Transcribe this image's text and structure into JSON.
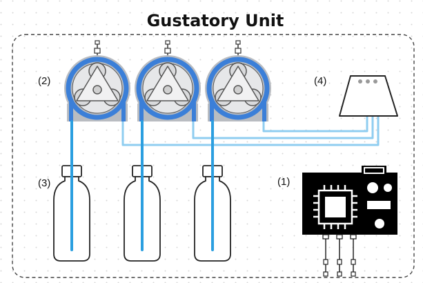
{
  "title": "Gustatory Unit",
  "labels": {
    "microcontroller": "(1)",
    "pumps": "(2)",
    "bottles": "(3)",
    "mouthpiece": "(4)"
  },
  "colors": {
    "tube": "#2b9fe0",
    "tube_light": "#8fcdf0",
    "pump_body": "#b9bcc1",
    "pump_blue": "#3b7fd8",
    "rotor": "#d9dadc",
    "board": "#000000",
    "frame": "#444444"
  },
  "components": {
    "pump_count": 3,
    "bottle_count": 3,
    "board_pin_count": 3
  }
}
